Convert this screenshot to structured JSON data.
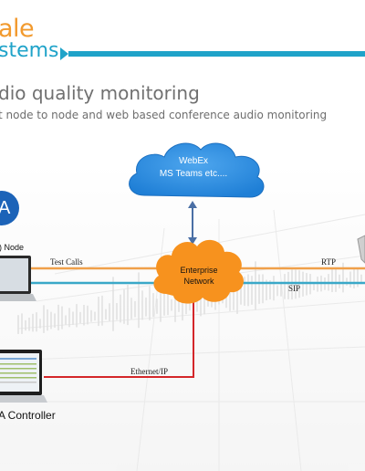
{
  "header": {
    "logo_line1": "ale",
    "logo_line2": "stems",
    "title": "dio quality monitoring",
    "subtitle": "t node to node and web based conference audio monitoring"
  },
  "diagram": {
    "cloud": {
      "line1": "WebEx",
      "line2": "MS Teams etc...."
    },
    "network": {
      "line1": "Enterprise",
      "line2": "Network"
    },
    "links": {
      "test_calls": "Test Calls",
      "rtp": "RTP",
      "sip": "SIP",
      "ethernet": "Ethernet/IP"
    },
    "devices": {
      "node_label": ") Node",
      "controller_label": "A Controller",
      "badge_letter": "A"
    }
  },
  "colors": {
    "brand_orange": "#f29a2e",
    "brand_blue": "#1fa3c9",
    "cloud_blue": "#2d8fe0",
    "network_orange": "#f7921e",
    "link_orange": "#f0a04a",
    "link_blue": "#3aa8c8",
    "link_red": "#d4262a"
  }
}
